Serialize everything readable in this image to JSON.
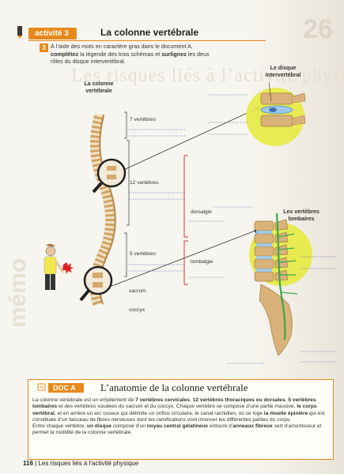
{
  "header": {
    "badge": "activité 3",
    "title": "La colonne vertébrale"
  },
  "question": {
    "number": "3",
    "instruction_parts": [
      {
        "text": "À l’aide des mots en caractère gras dans le document A, ",
        "bold": false
      },
      {
        "text": "complétez",
        "bold": true
      },
      {
        "text": " la légende des trois schémas et ",
        "bold": false
      },
      {
        "text": "surlignez",
        "bold": true
      },
      {
        "text": " les deux rôles du disque intervertébral.",
        "bold": false
      }
    ]
  },
  "diagram": {
    "spine_title": "La colonne\nvertébrale",
    "vertebrae_7": "7 vertèbres",
    "vertebrae_12": "12 vertèbres",
    "vertebrae_5": "5 vertèbres",
    "sacrum": "sacrum",
    "coccyx": "coccyx",
    "dorsalgie": "dorsalgie",
    "lombalgie": "lombalgie",
    "disc_title": "Le disque\nintervertébral",
    "lumbar_title": "Les vertèbres\nlombaires"
  },
  "doc": {
    "badge": "DOC A",
    "title": "L’anatomie de la colonne vertébrale",
    "text_parts": [
      {
        "text": "La colonne vertébrale est un empilement de ",
        "bold": false
      },
      {
        "text": "7 vertèbres cervicales",
        "bold": true
      },
      {
        "text": ", ",
        "bold": false
      },
      {
        "text": "12 vertèbres thoraciques ou dorsales",
        "bold": true
      },
      {
        "text": ", ",
        "bold": false
      },
      {
        "text": "5 vertèbres lombaires",
        "bold": true
      },
      {
        "text": " et des vertèbres soudées du sacrum et du coccyx. Chaque vertèbre se compose d’une partie massive, ",
        "bold": false
      },
      {
        "text": "le corps vertébral",
        "bold": true
      },
      {
        "text": ", et en arrière un arc osseux qui délimite un orifice circulaire, le canal rachidien, où se loge ",
        "bold": false
      },
      {
        "text": "la moelle épinière",
        "bold": true
      },
      {
        "text": " qui est constituée d’un faisceau de fibres nerveuses dont les ramifications vont innerver les différentes parties du corps.",
        "bold": false
      },
      {
        "text": "\nEntre chaque vertèbre, ",
        "bold": false
      },
      {
        "text": "un disque",
        "bold": true
      },
      {
        "text": " composé d’un ",
        "bold": false
      },
      {
        "text": "noyau central gélatineux",
        "bold": true
      },
      {
        "text": " entouré d’",
        "bold": false
      },
      {
        "text": "anneaux fibreux",
        "bold": true
      },
      {
        "text": " sert d’amortisseur et permet la mobilité de la colonne vertébrale.",
        "bold": false
      }
    ]
  },
  "footer": {
    "page": "116",
    "chapter": "Les risques liés à l’activité physique"
  },
  "background": {
    "ghost_number": "26",
    "ghost_title": "Les risques liés à l’activité physique",
    "ghost_side": "mémo"
  },
  "colors": {
    "accent": "#e6891a",
    "dotted_lines": "#3a6aa8",
    "highlight_circle": "#e7ea4a",
    "bone": "#d9b27a",
    "nerve": "#3aa84a"
  }
}
